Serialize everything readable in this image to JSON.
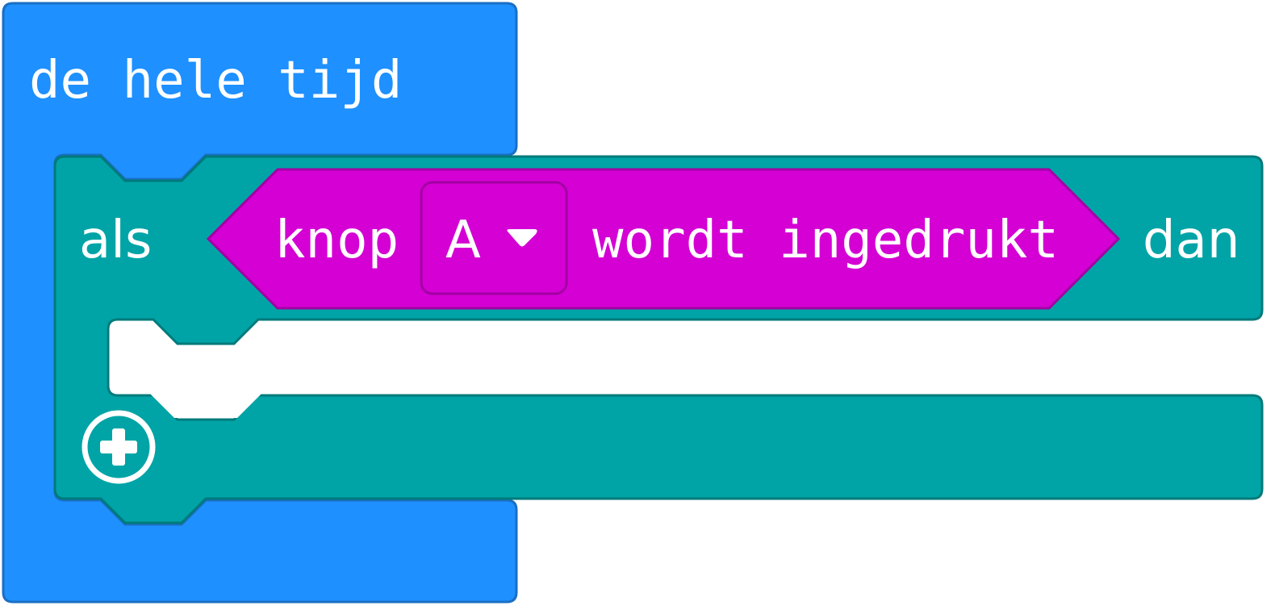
{
  "colors": {
    "loop_block": "#1e90ff",
    "loop_border": "#1a6fc4",
    "if_block": "#00a4a6",
    "if_border": "#007a7b",
    "condition_block": "#d400d4",
    "condition_border": "#a300a3",
    "text": "#ffffff"
  },
  "forever_block": {
    "label": "de hele tijd"
  },
  "if_block": {
    "if_label": "als",
    "then_label": "dan",
    "add_icon": "plus-circle-icon"
  },
  "condition_block": {
    "prefix": "knop",
    "dropdown_value": "A",
    "dropdown_icon": "caret-down-icon",
    "suffix": "wordt ingedrukt"
  }
}
